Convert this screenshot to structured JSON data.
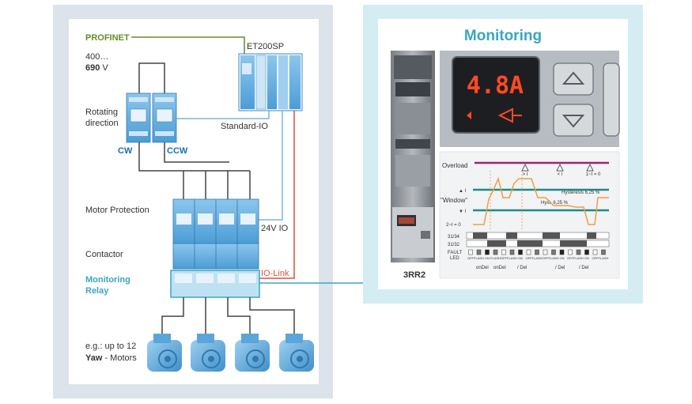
{
  "labels": {
    "profinet": "PROFINET",
    "voltage_line1": "400…",
    "voltage_line2_value": "690",
    "voltage_line2_unit": " V",
    "et200sp": "ET200SP",
    "rotating_line1": "Rotating",
    "rotating_line2": "direction",
    "cw": "CW",
    "ccw": "CCW",
    "standard_io": "Standard-IO",
    "motor_protection": "Motor Protection",
    "io_24v": "24V IO",
    "contactor": "Contactor",
    "monitoring_relay_line1": "Monitoring",
    "monitoring_relay_line2": "Relay",
    "io_link": "IO-Link",
    "motors_line1": "e.g.: up to 12",
    "motors_line2_bold": "Yaw",
    "motors_line2_rest": " - Motors"
  },
  "monitoring": {
    "title": "Monitoring",
    "display_value": "4.8A",
    "device_name": "3RR2"
  },
  "chart": {
    "overload": "Overload",
    "window": "\"Window\"",
    "upper_marker": "▲ I",
    "lower_marker": "▼ I",
    "zero": "2~I = 0",
    "hysteresis_1": "Hysteresis 6,25 %",
    "hysteresis_2": "Hyst. 6,25 %",
    "warn_1": "> I",
    "warn_2": "< I",
    "warn_3": "1~I = 0",
    "row_1": "31/34",
    "row_2": "31/32",
    "fault_line1": "FAULT",
    "fault_line2": "LED",
    "delays": [
      "onDel",
      "onDel",
      "/ Del",
      "/ Del",
      "/ Del"
    ],
    "led_states": [
      "OFF",
      "FLASH",
      "ON",
      "FLASH",
      "OFF",
      "FLASH",
      "ON",
      "OFF",
      "FLASH",
      "OFF",
      "FLASH",
      "ON",
      "OFF",
      "FLASH",
      "ON",
      "OFF",
      "FLASH"
    ]
  },
  "colors": {
    "panel_bg": "#dce3ea",
    "right_panel_bg": "#d4edf3",
    "profinet_green": "#6a8a2a",
    "device_blue": "#4c9dd6",
    "io_link_red": "#d9533c",
    "monitoring_teal": "#3aa6c0"
  }
}
